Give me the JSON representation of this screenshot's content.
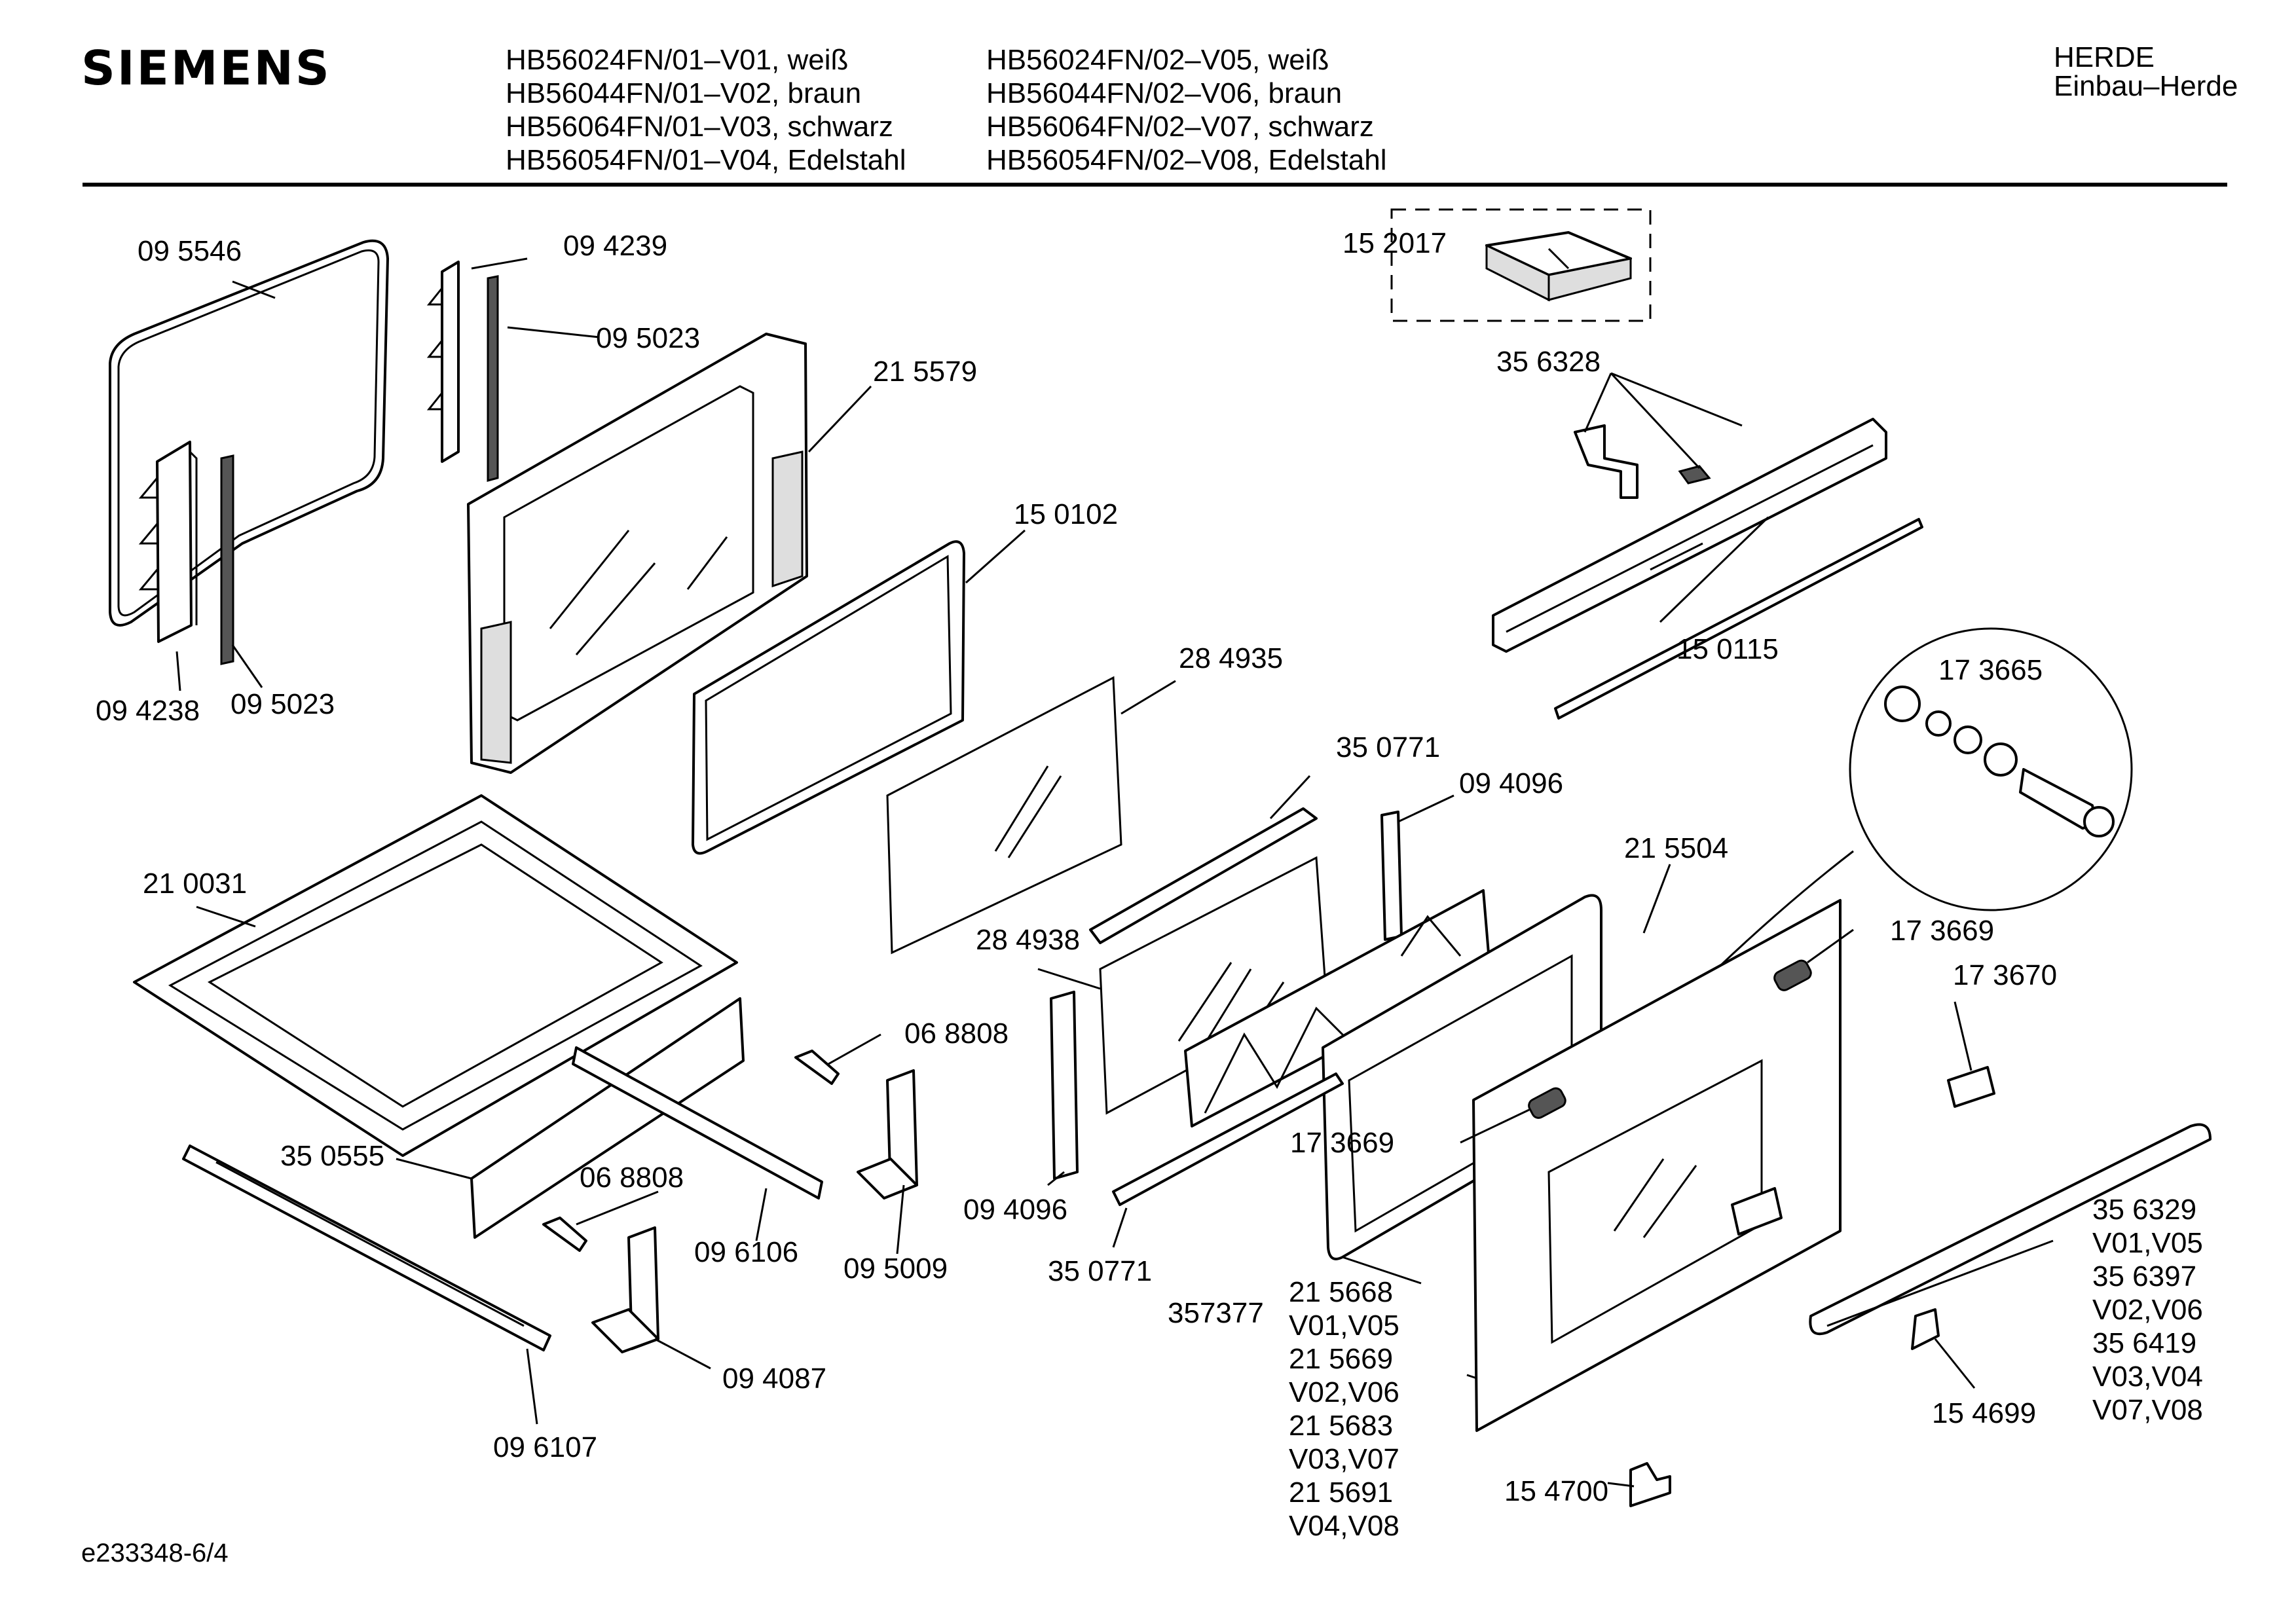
{
  "header": {
    "brand": "SIEMENS",
    "models_left": [
      "HB56024FN/01–V01, weiß",
      "HB56044FN/01–V02, braun",
      "HB56064FN/01–V03, schwarz",
      "HB56054FN/01–V04, Edelstahl"
    ],
    "models_right": [
      "HB56024FN/02–V05, weiß",
      "HB56044FN/02–V06, braun",
      "HB56064FN/02–V07, schwarz",
      "HB56054FN/02–V08, Edelstahl"
    ],
    "category": "HERDE",
    "subcategory": "Einbau–Herde"
  },
  "parts": [
    "09 5546",
    "09 4239",
    "09 5023",
    "21 5579",
    "09 4238",
    "09 5023",
    "15 0102",
    "28 4935",
    "15 2017",
    "35 6328",
    "15 0115",
    "17 3665",
    "35 0771",
    "09 4096",
    "21 5504",
    "21 0031",
    "28 4938",
    "17 3669",
    "17 3670",
    "06 8808",
    "35 0555",
    "06 8808",
    "17 3669",
    "09 6106",
    "09 5009",
    "09 4096",
    "35 0771",
    "09 4087",
    "09 6107",
    "357377",
    "15 4700",
    "15 4699"
  ],
  "variant_parts": [
    "21 5668",
    "V01,V05",
    "21 5669",
    "V02,V06",
    "21 5683",
    "V03,V07",
    "21 5691",
    "V04,V08"
  ],
  "handle_variants": [
    "35 6329",
    "V01,V05",
    "35 6397",
    "V02,V06",
    "35 6419",
    "V03,V04",
    "V07,V08"
  ],
  "footer": {
    "diagram_id": "e233348-6/4"
  }
}
